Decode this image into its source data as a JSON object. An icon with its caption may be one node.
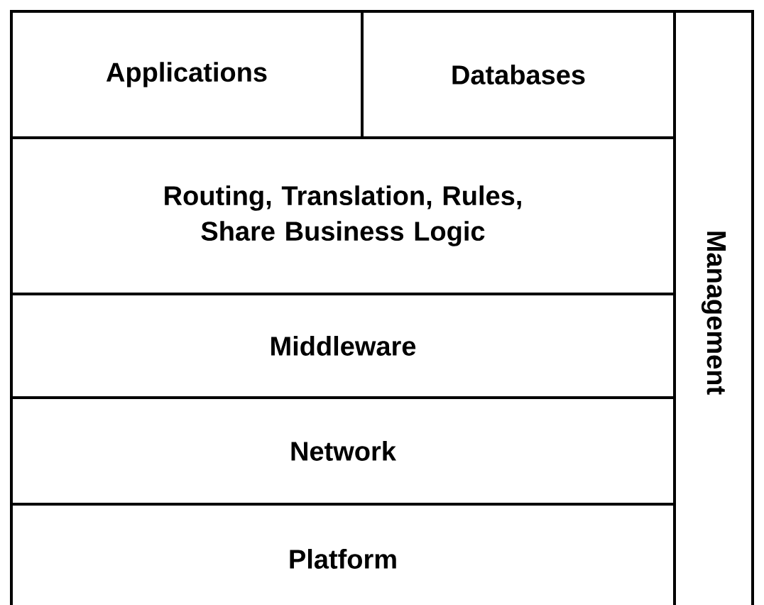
{
  "diagram": {
    "nodes": [
      {
        "text": [
          "Applications"
        ]
      },
      {
        "text": [
          "Databases"
        ]
      },
      {
        "text": [
          "Routing, Translation, Rules, Share Business Logic"
        ]
      },
      {
        "text": [
          "Middleware"
        ]
      },
      {
        "text": [
          "Network"
        ]
      },
      {
        "text": [
          "Platform"
        ]
      },
      {
        "text": [
          "Management"
        ]
      }
    ]
  }
}
